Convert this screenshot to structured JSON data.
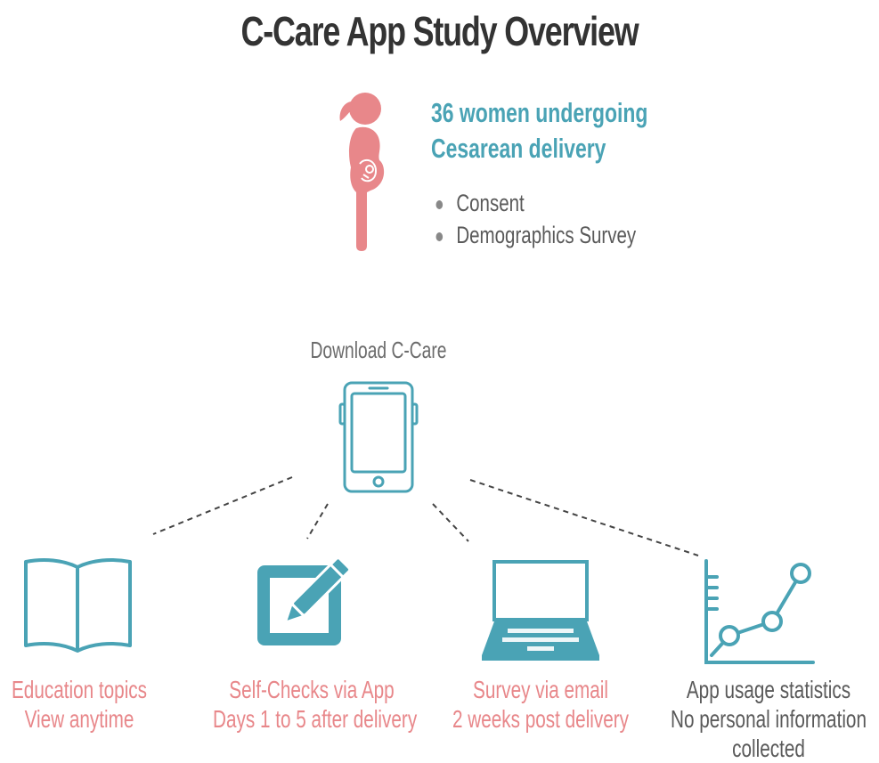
{
  "title": "C-Care App Study Overview",
  "participants": {
    "line1": "36 women undergoing",
    "line2": "Cesarean delivery",
    "bullets": [
      "Consent",
      "Demographics Survey"
    ]
  },
  "download": {
    "label": "Download C-Care"
  },
  "outcomes": [
    {
      "line1": "Education topics",
      "line2": "View anytime",
      "icon": "open-book-icon"
    },
    {
      "line1": "Self-Checks via App",
      "line2": "Days 1 to 5 after delivery",
      "icon": "pencil-pad-icon"
    },
    {
      "line1": "Survey via email",
      "line2": "2 weeks post delivery",
      "icon": "laptop-icon"
    },
    {
      "line1": "App usage statistics",
      "line2": "No personal information",
      "line3": "collected",
      "icon": "line-graph-icon"
    }
  ],
  "colors": {
    "teal": "#4aa3b5",
    "pink": "#e8878a",
    "dark": "#333333",
    "gray": "#5a5a5a"
  }
}
